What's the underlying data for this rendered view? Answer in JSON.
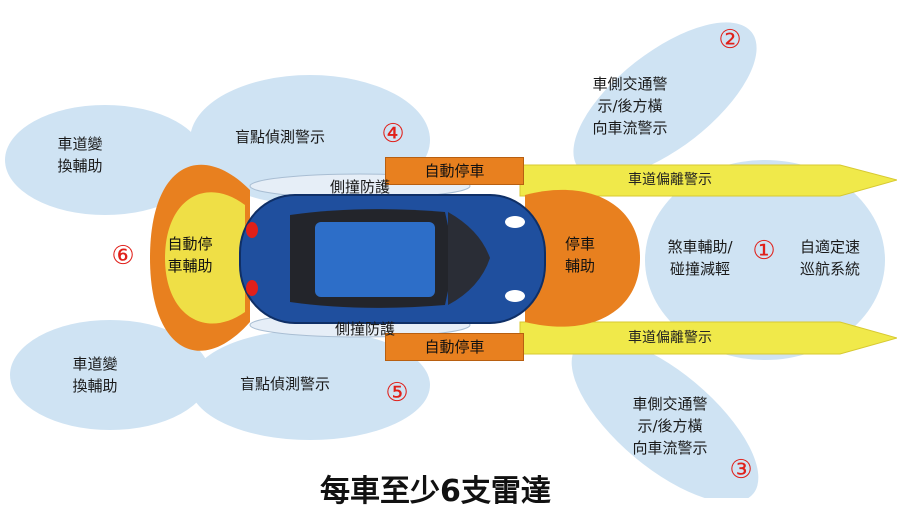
{
  "colors": {
    "zone_light_blue": "#cfe3f3",
    "zone_orange": "#e8801f",
    "zone_yellow": "#f0e94a",
    "car_body": "#1f4f9e",
    "number_red": "#e0201a"
  },
  "labels": {
    "lane_change_left_top": "車道變\n換輔助",
    "lane_change_left_bottom": "車道變\n換輔助",
    "blind_spot_top": "盲點偵測警示",
    "blind_spot_bottom": "盲點偵測警示",
    "rear_cross_top": "車側交通警\n示/後方橫\n向車流警示",
    "rear_cross_bottom": "車側交通警\n示/後方橫\n向車流警示",
    "side_collision_top": "側撞防護",
    "side_collision_bottom": "側撞防護",
    "auto_park_top": "自動停車",
    "auto_park_bottom": "自動停車",
    "lane_departure_top": "車道偏離警示",
    "lane_departure_bottom": "車道偏離警示",
    "auto_park_rear": "自動停\n車輔助",
    "parking_assist_front": "停車\n輔助",
    "brake_assist": "煞車輔助/\n碰撞減輕",
    "acc": "自適定速\n巡航系統",
    "title_partial": "每車至少6支雷達"
  },
  "numbers": {
    "n1": "①",
    "n2": "②",
    "n3": "③",
    "n4": "④",
    "n5": "⑤",
    "n6": "⑥"
  }
}
